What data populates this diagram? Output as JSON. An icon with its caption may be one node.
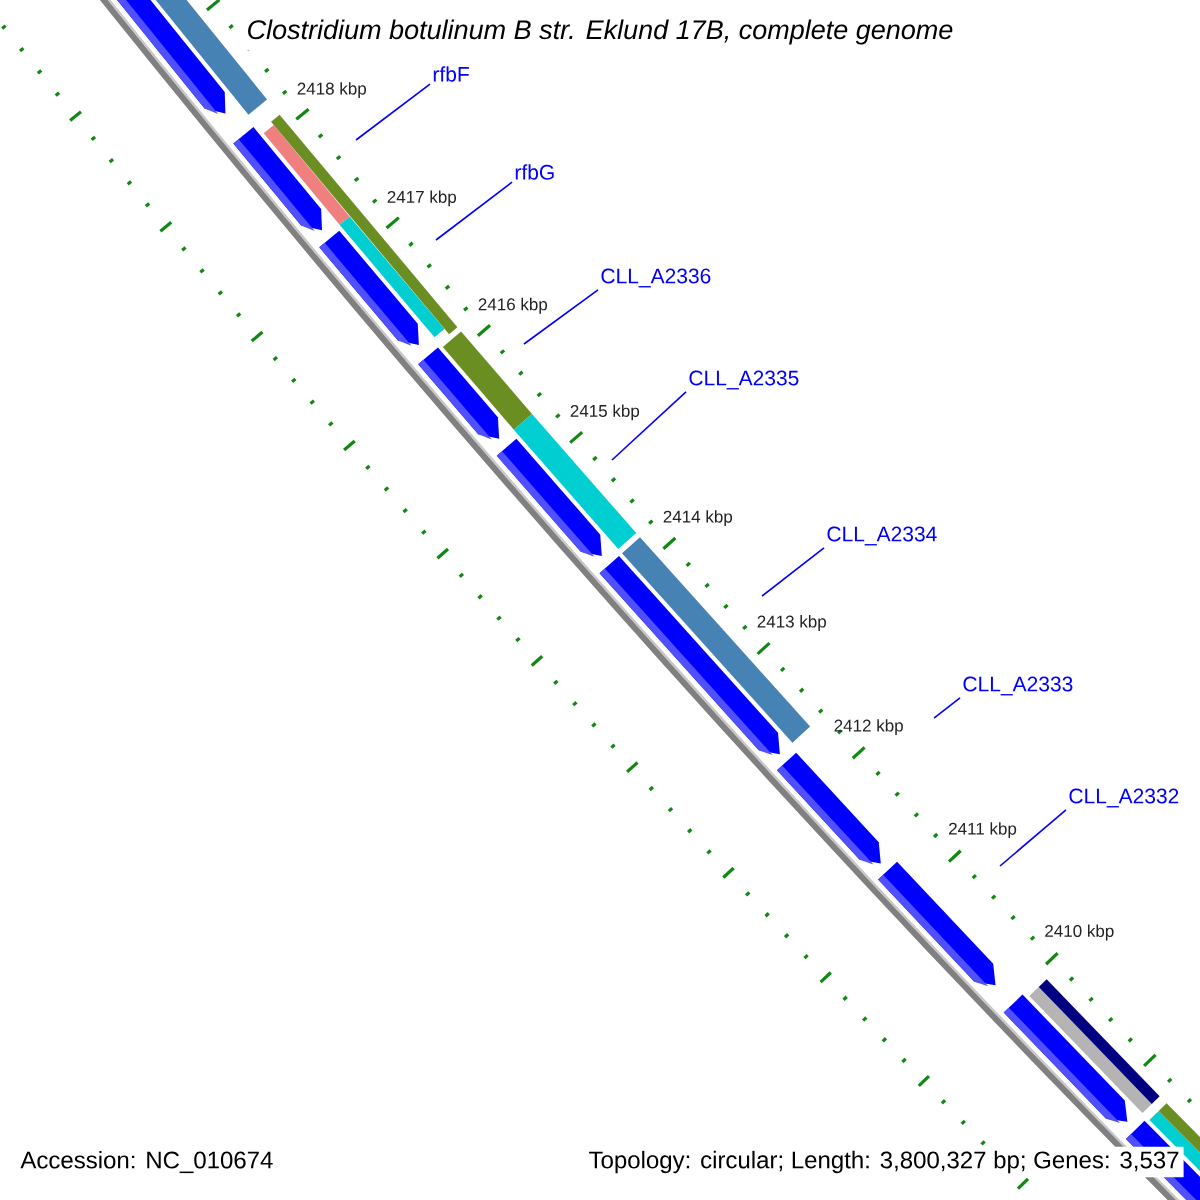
{
  "diagram": {
    "title": "Clostridium botulinum B str. Eklund 17B, complete genome",
    "nodes": [
      {
        "text": [
          "rfbF"
        ]
      },
      {
        "text": [
          "rfbG"
        ]
      },
      {
        "text": [
          "CLL_A2336"
        ]
      },
      {
        "text": [
          "CLL_A2335"
        ]
      },
      {
        "text": [
          "CLL_A2334"
        ]
      },
      {
        "text": [
          "CLL_A2333"
        ]
      },
      {
        "text": [
          "CLL_A2332"
        ]
      }
    ],
    "edges": [
      {
        "from": 0,
        "to": null,
        "arrow": "none"
      },
      {
        "from": 1,
        "to": null,
        "arrow": "none"
      },
      {
        "from": 2,
        "to": null,
        "arrow": "none"
      },
      {
        "from": 3,
        "to": null,
        "arrow": "none"
      },
      {
        "from": 4,
        "to": null,
        "arrow": "none"
      },
      {
        "from": 5,
        "to": null,
        "arrow": "none"
      },
      {
        "from": 6,
        "to": null,
        "arrow": "none"
      }
    ],
    "labels": [
      "2418 kbp",
      "2417 kbp",
      "2416 kbp",
      "2415 kbp",
      "2414 kbp",
      "2413 kbp",
      "2412 kbp",
      "2411 kbp",
      "2410 kbp",
      "Accession: NC_010674",
      "Topology: circular; Length: 3,800,327 bp; Genes: 3,537"
    ]
  }
}
